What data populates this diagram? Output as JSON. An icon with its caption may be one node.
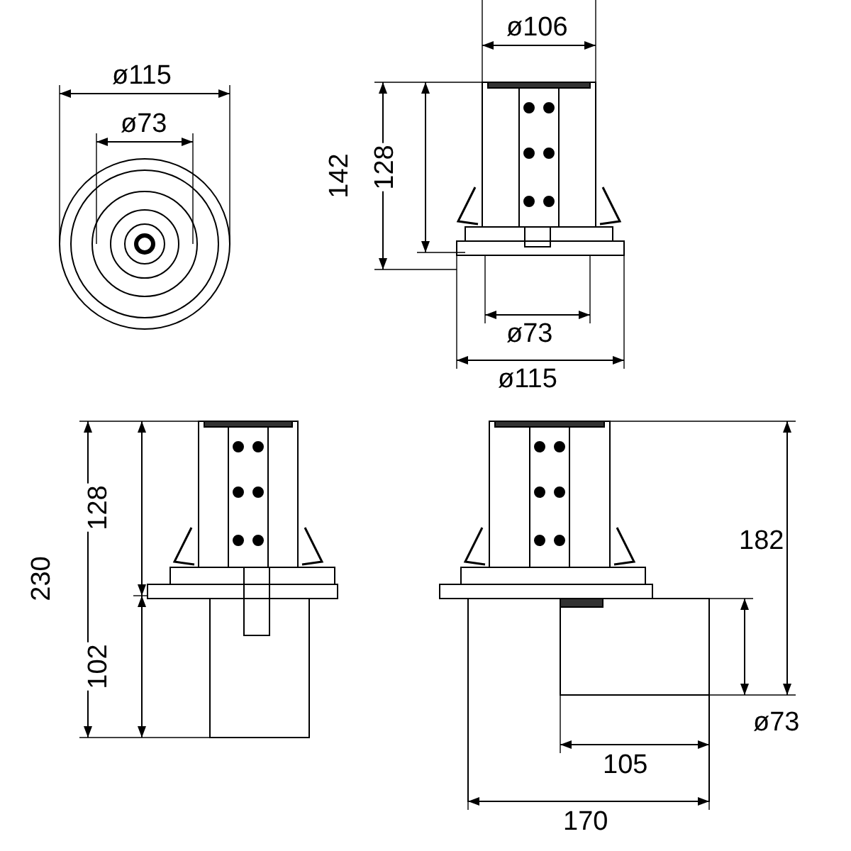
{
  "diagram": {
    "labels": [
      "ø115",
      "ø73",
      "ø106",
      "142",
      "128",
      "ø73",
      "ø115",
      "230",
      "128",
      "102",
      "182",
      "ø73",
      "105",
      "170"
    ]
  }
}
